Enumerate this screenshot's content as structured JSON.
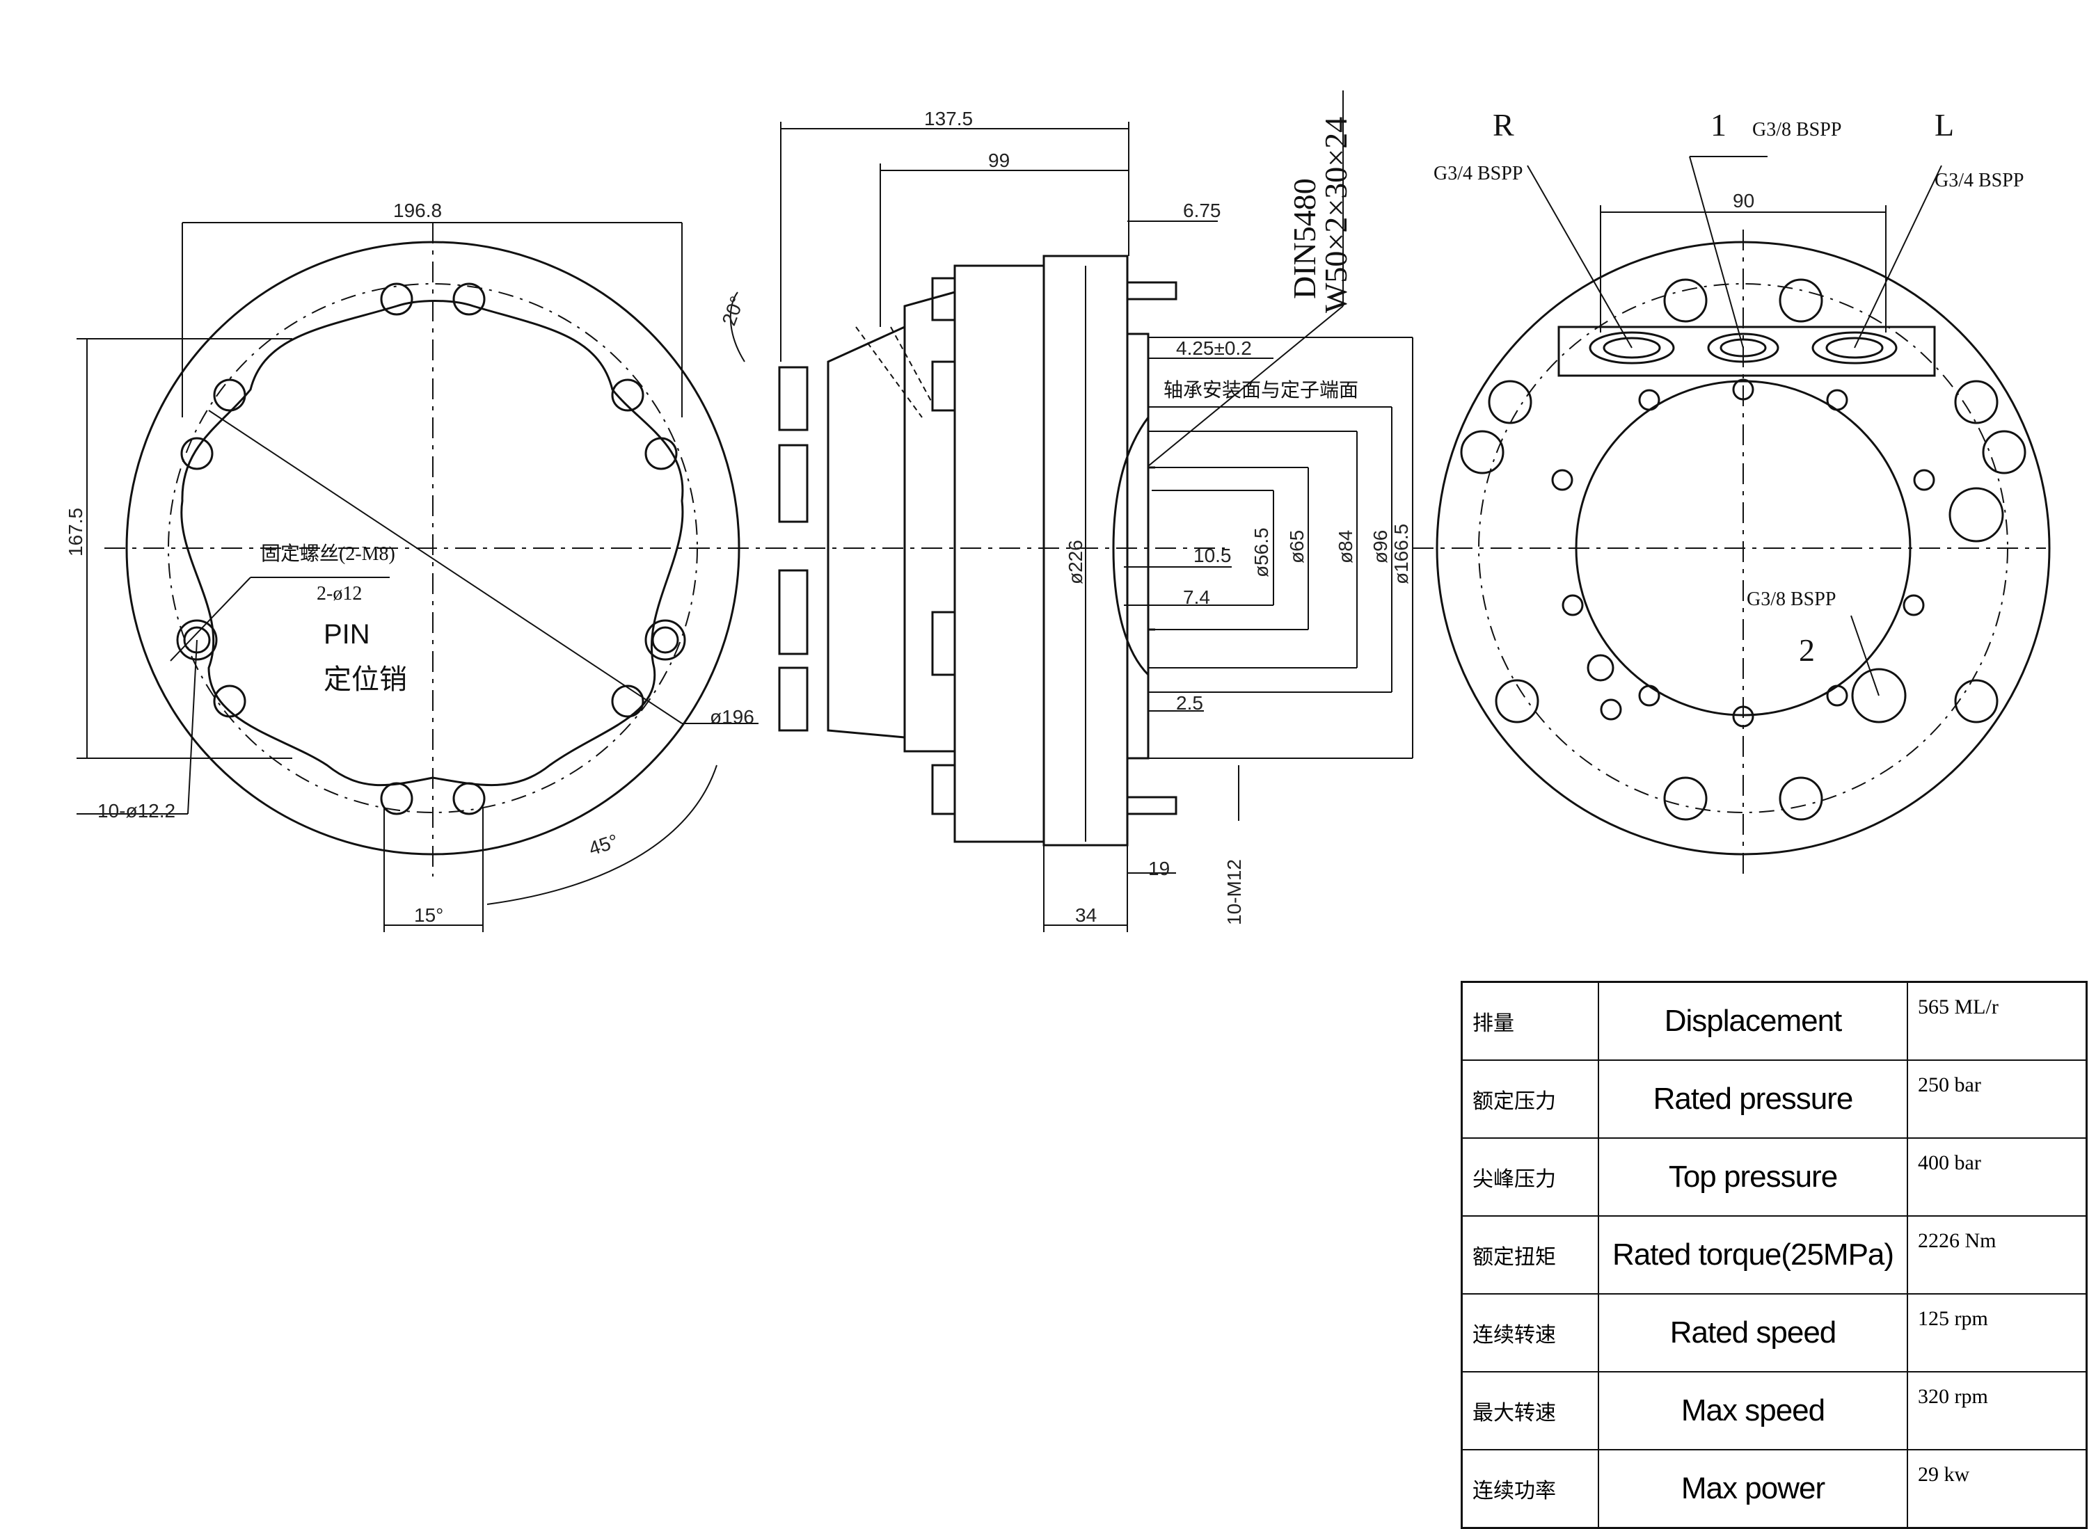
{
  "front_view": {
    "dim_width": "196.8",
    "dim_height": "167.5",
    "fix_screw": "固定螺丝(2-M8)",
    "pin_holes": "2-ø12",
    "pin_label_en": "PIN",
    "pin_label_zh": "定位销",
    "bolt_circle": "ø196",
    "mount_holes": "10-ø12.2",
    "angle_45": "45°",
    "angle_15": "15°"
  },
  "side_view": {
    "dim_137": "137.5",
    "dim_99": "99",
    "dim_675": "6.75",
    "angle_20": "20°",
    "spline_std": "DIN5480",
    "spline_spec": "W50×2×30×24",
    "dim_425": "4.25±0.2",
    "bearing_note": "轴承安装面与定子端面",
    "dia_226": "ø226",
    "dim_105": "10.5",
    "dim_74": "7.4",
    "dia_565": "ø56.5",
    "dia_65": "ø65",
    "dia_84": "ø84",
    "dia_96": "ø96",
    "dia_1665": "ø166.5",
    "dim_25": "2.5",
    "dim_19": "19",
    "dim_34": "34",
    "thread": "10-M12"
  },
  "rear_view": {
    "port_r": "R",
    "port_1": "1",
    "port_l": "L",
    "g38_top": "G3/8  BSPP",
    "g34_left": "G3/4  BSPP",
    "g34_right": "G3/4  BSPP",
    "dim_90": "90",
    "g38_2": "G3/8  BSPP",
    "port_2": "2"
  },
  "specs": [
    {
      "zh": "排量",
      "en": "Displacement",
      "value": "565 ML/r"
    },
    {
      "zh": "额定压力",
      "en": "Rated pressure",
      "value": "250 bar"
    },
    {
      "zh": "尖峰压力",
      "en": "Top pressure",
      "value": "400 bar"
    },
    {
      "zh": "额定扭矩",
      "en": "Rated torque(25MPa)",
      "value": "2226 Nm"
    },
    {
      "zh": "连续转速",
      "en": "Rated speed",
      "value": "125 rpm"
    },
    {
      "zh": "最大转速",
      "en": "Max speed",
      "value": "320 rpm"
    },
    {
      "zh": "连续功率",
      "en": "Max power",
      "value": "29 kw"
    }
  ]
}
